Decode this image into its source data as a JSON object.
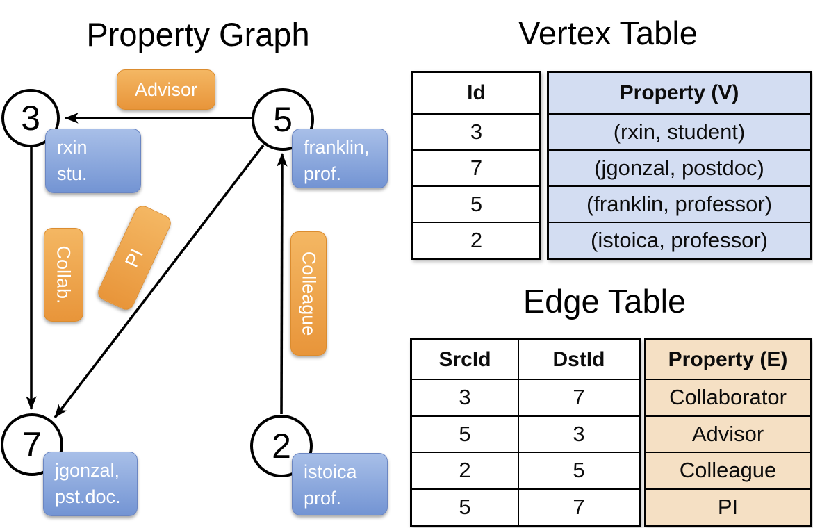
{
  "graph": {
    "title": "Property Graph",
    "nodes": [
      {
        "label": "3",
        "props": [
          "rxin",
          "stu."
        ]
      },
      {
        "label": "5",
        "props": [
          "franklin,",
          "prof."
        ]
      },
      {
        "label": "7",
        "props": [
          "jgonzal,",
          "pst.doc."
        ]
      },
      {
        "label": "2",
        "props": [
          "istoica",
          "prof."
        ]
      }
    ],
    "edge_labels": {
      "advisor": "Advisor",
      "collab": "Collab.",
      "pi": "PI",
      "colleague": "Colleague"
    },
    "edges": [
      {
        "from": "5",
        "to": "3",
        "label": "Advisor"
      },
      {
        "from": "3",
        "to": "7",
        "label": "Collab."
      },
      {
        "from": "5",
        "to": "7",
        "label": "PI"
      },
      {
        "from": "2",
        "to": "5",
        "label": "Colleague"
      }
    ]
  },
  "vertex_table": {
    "title": "Vertex Table",
    "columns": [
      "Id",
      "Property (V)"
    ],
    "rows": [
      [
        "3",
        "(rxin, student)"
      ],
      [
        "7",
        "(jgonzal, postdoc)"
      ],
      [
        "5",
        "(franklin, professor)"
      ],
      [
        "2",
        "(istoica, professor)"
      ]
    ]
  },
  "edge_table": {
    "title": "Edge Table",
    "columns": [
      "SrcId",
      "DstId",
      "Property (E)"
    ],
    "rows": [
      [
        "3",
        "7",
        "Collaborator"
      ],
      [
        "5",
        "3",
        "Advisor"
      ],
      [
        "2",
        "5",
        "Colleague"
      ],
      [
        "5",
        "7",
        "PI"
      ]
    ]
  },
  "colors": {
    "edge_label_orange": "#ee9e42",
    "vertex_prop_blue": "#7e9edd",
    "vertex_table_fill": "#d3ddf2",
    "edge_table_fill": "#f5e0c4",
    "line_black": "#000000"
  }
}
